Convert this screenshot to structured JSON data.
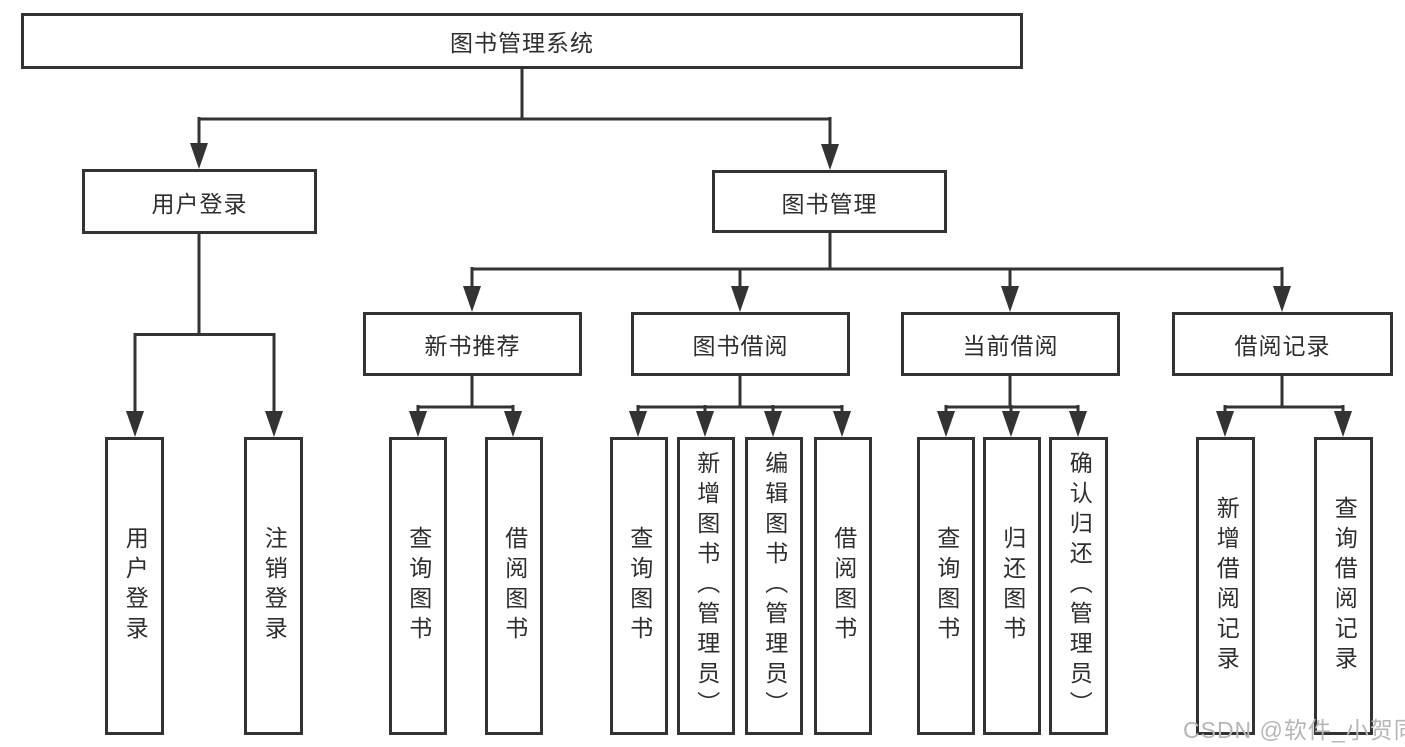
{
  "watermark": {
    "text": "CSDN @软件_小贺同学"
  },
  "colors": {
    "line": "#333333",
    "node_border": "#333333",
    "node_text": "#2e2e2e",
    "background": "#ffffff",
    "watermark": "#b6b6b6"
  },
  "tree": {
    "root": {
      "label": "图书管理系统",
      "children": [
        {
          "label": "用户登录",
          "children": [
            {
              "label": "用户登录"
            },
            {
              "label": "注销登录"
            }
          ]
        },
        {
          "label": "图书管理",
          "children": [
            {
              "label": "新书推荐",
              "children": [
                {
                  "label": "查询图书"
                },
                {
                  "label": "借阅图书"
                }
              ]
            },
            {
              "label": "图书借阅",
              "children": [
                {
                  "label": "查询图书"
                },
                {
                  "label": "新增图书（管理员）"
                },
                {
                  "label": "编辑图书（管理员）"
                },
                {
                  "label": "借阅图书"
                }
              ]
            },
            {
              "label": "当前借阅",
              "children": [
                {
                  "label": "查询图书"
                },
                {
                  "label": "归还图书"
                },
                {
                  "label": "确认归还（管理员）"
                }
              ]
            },
            {
              "label": "借阅记录",
              "children": [
                {
                  "label": "新增借阅记录"
                },
                {
                  "label": "查询借阅记录"
                }
              ]
            }
          ]
        }
      ]
    }
  }
}
